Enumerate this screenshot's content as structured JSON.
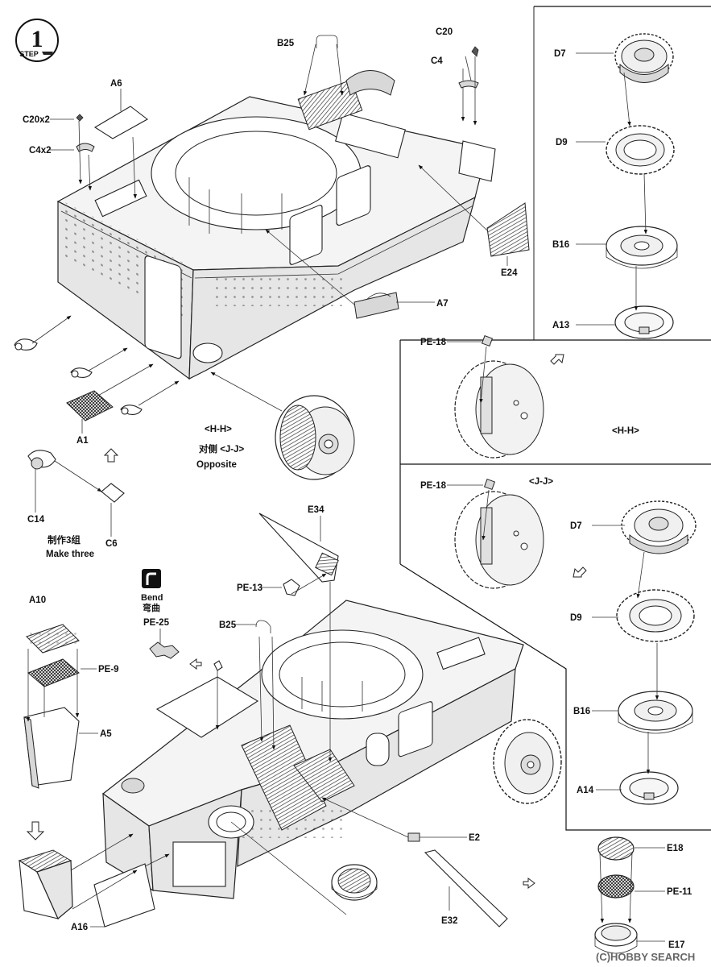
{
  "step": {
    "number": "1",
    "label": "STEP"
  },
  "bend_icon": {
    "label_en": "Bend",
    "label_cn": "弯曲"
  },
  "notes": {
    "hh_view": "<H-H>",
    "jj_view_cn": "对侧 <J-J>",
    "opposite": "Opposite",
    "make_three_cn": "制作3组",
    "make_three_en": "Make three",
    "panel_hh": "<H-H>",
    "panel_jj": "<J-J>"
  },
  "parts": {
    "A6": "A6",
    "B25_top": "B25",
    "C20": "C20",
    "C4": "C4",
    "C20x2": "C20x2",
    "C4x2": "C4x2",
    "E24": "E24",
    "A7": "A7",
    "A1": "A1",
    "C14": "C14",
    "C6": "C6",
    "D7_top": "D7",
    "D9_top": "D9",
    "B16_top": "B16",
    "A13": "A13",
    "PE18_hh": "PE-18",
    "PE18_jj": "PE-18",
    "D7_low": "D7",
    "D9_low": "D9",
    "B16_low": "B16",
    "A14": "A14",
    "E34": "E34",
    "PE13": "PE-13",
    "PE25": "PE-25",
    "B25_low": "B25",
    "A10": "A10",
    "PE9": "PE-9",
    "A5": "A5",
    "E2": "E2",
    "E32": "E32",
    "A16": "A16",
    "E18": "E18",
    "PE11": "PE-11",
    "E17": "E17"
  },
  "watermark": "(C)HOBBY SEARCH"
}
